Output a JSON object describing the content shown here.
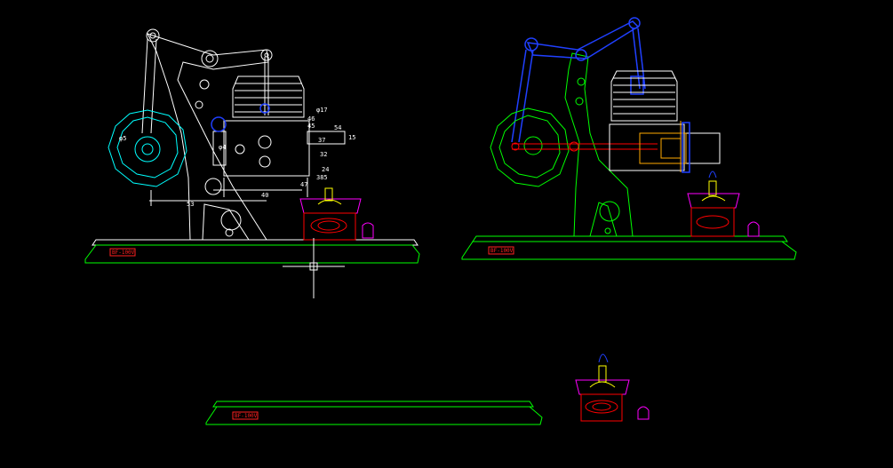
{
  "colors": {
    "background": "#000000",
    "drawing": "#ffffff",
    "base": "#00ff00",
    "flywheel": "#00ffff",
    "burner_body": "#ff0000",
    "burner_cap": "#ff00ff",
    "flame": "#ffff00",
    "blue_parts": "#2040ff",
    "yellow_parts": "#ffaa00"
  },
  "drawing_views": {
    "left_view": {
      "base_label": "BF-100V",
      "dimensions": [
        "46",
        "45",
        "54",
        "37",
        "15",
        "φ17",
        "32",
        "24",
        "385",
        "47",
        "40",
        "53",
        "φ5",
        "φ4"
      ]
    },
    "right_view": {
      "base_label": "BF-100V"
    },
    "bottom_view": {
      "base_label": "BF-100V"
    }
  },
  "cursor": {
    "type": "crosshair"
  }
}
